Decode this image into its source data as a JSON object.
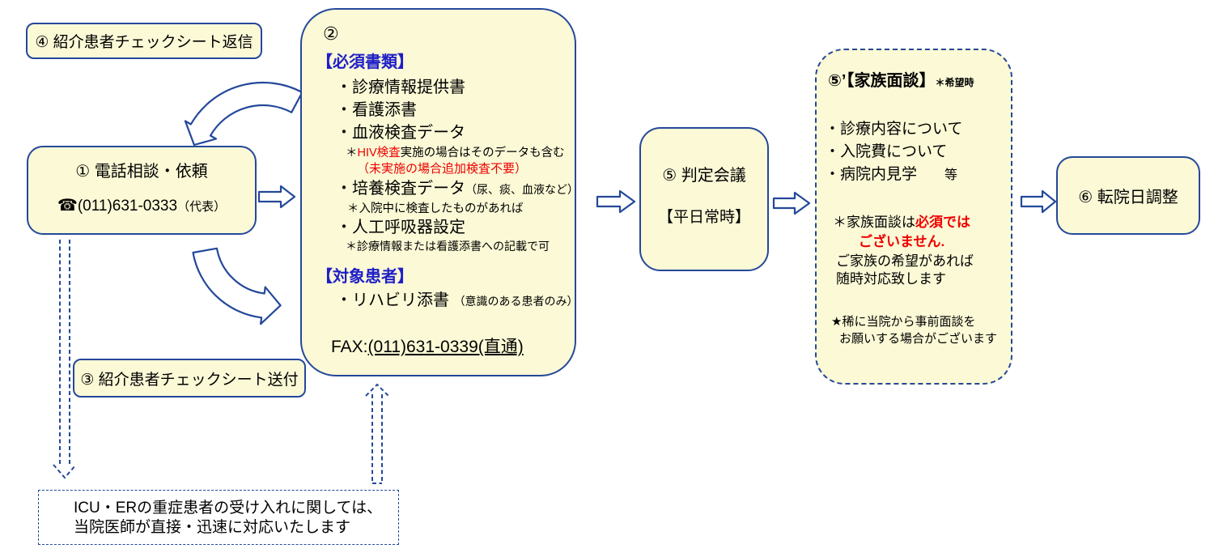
{
  "diagram": {
    "step4": {
      "label": "④ 紹介患者チェックシート返信"
    },
    "step1": {
      "title": "① 電話相談・依頼",
      "phone_icon": "☎",
      "phone_number": "(011)631-0333",
      "phone_suffix": "（代表）"
    },
    "step2": {
      "number": "②",
      "required_heading": "【必須書類】",
      "doc1": "・診療情報提供書",
      "doc2": "・看護添書",
      "doc3": "・血液検査データ",
      "hiv_prefix": "＊",
      "hiv_red": "HIV検査",
      "hiv_rest": "実施の場合はそのデータも含む",
      "hiv_note2": "（未実施の場合追加検査不要）",
      "doc4": "・培養検査データ",
      "doc4_paren": "（尿、痰、血液など）",
      "doc4_note": "＊入院中に検査したものがあれば",
      "doc5": "・人工呼吸器設定",
      "doc5_note": "＊診療情報または看護添書への記載で可",
      "target_heading": "【対象患者】",
      "target_doc": "・リハビリ添書",
      "target_paren": "（意識のある患者のみ）",
      "fax_label": "FAX:",
      "fax_number": "(011)631-0339(直通)"
    },
    "step3": {
      "label": "③ 紹介患者チェックシート送付"
    },
    "step5": {
      "title": "⑤ 判定会議",
      "subtitle": "【平日常時】"
    },
    "step5b": {
      "title": "⑤’【家族面談】",
      "title_note": "＊希望時",
      "item1": "・診療内容について",
      "item2": "・入院費について",
      "item3": "・病院内見学",
      "item3_suffix": "等",
      "note_black1": "＊家族面談は",
      "note_red1": "必須では",
      "note_red2": "ございません.",
      "note_black2": "ご家族の希望があれば",
      "note_black3": "随時対応致します",
      "star1": "★稀に当院から事前面談を",
      "star2": "お願いする場合がございます"
    },
    "step6": {
      "label": "⑥ 転院日調整"
    },
    "icu_note": {
      "line1": "ICU・ERの重症患者の受け入れに関しては、",
      "line2": "当院医師が直接・迅速に対応いたします"
    }
  },
  "colors": {
    "box_fill": "#FBF9D6",
    "border_blue": "#24489A",
    "heading_blue": "#1F1FC8",
    "alert_red": "#EE0000"
  }
}
